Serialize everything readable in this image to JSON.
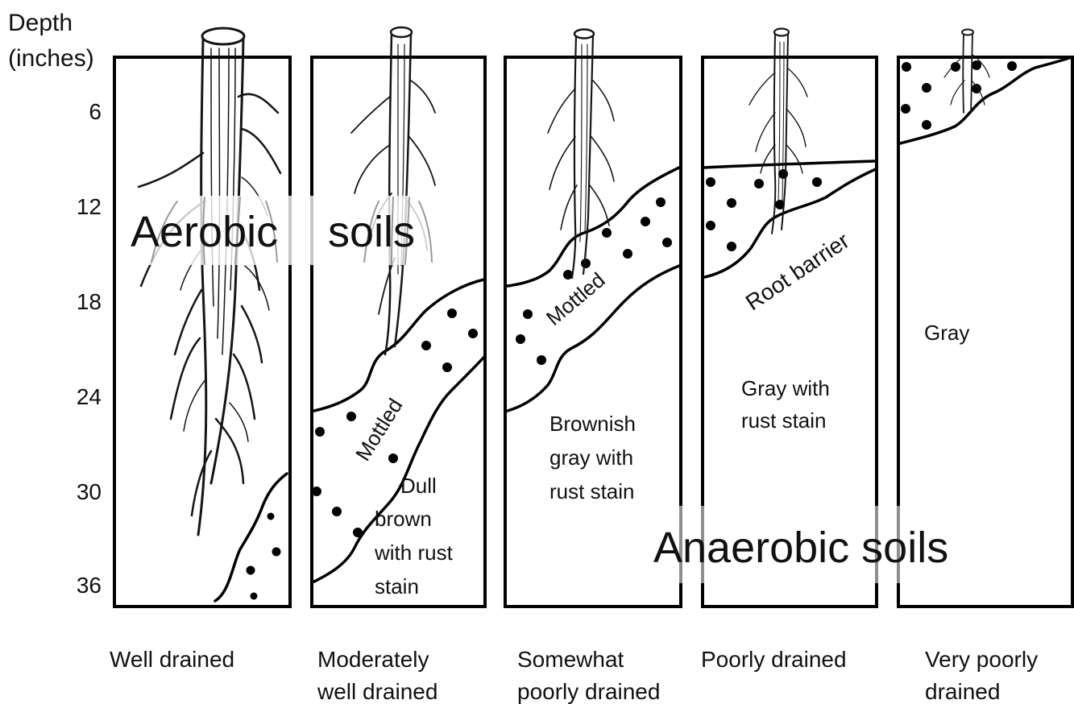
{
  "axis": {
    "title_line1": "Depth",
    "title_line2": "(inches)",
    "ticks": [
      "6",
      "12",
      "18",
      "24",
      "30",
      "36"
    ]
  },
  "columns": [
    {
      "label_line1": "Well drained",
      "label_line2": ""
    },
    {
      "label_line1": "Moderately",
      "label_line2": "well drained"
    },
    {
      "label_line1": "Somewhat",
      "label_line2": "poorly drained"
    },
    {
      "label_line1": "Poorly drained",
      "label_line2": ""
    },
    {
      "label_line1": "Very poorly",
      "label_line2": "drained"
    }
  ],
  "zones": {
    "mottled": "Mottled",
    "dull_brown_lines": [
      "Dull",
      "brown",
      "with rust",
      "stain"
    ],
    "brownish_gray_lines": [
      "Brownish",
      "gray with",
      "rust stain"
    ],
    "gray_rust_lines": [
      "Gray with",
      "rust stain"
    ],
    "root_barrier": "Root barrier",
    "gray": "Gray"
  },
  "overlays": {
    "aerobic_word1": "Aerobic",
    "aerobic_word2": "soils",
    "anaerobic": "Anaerobic soils"
  }
}
